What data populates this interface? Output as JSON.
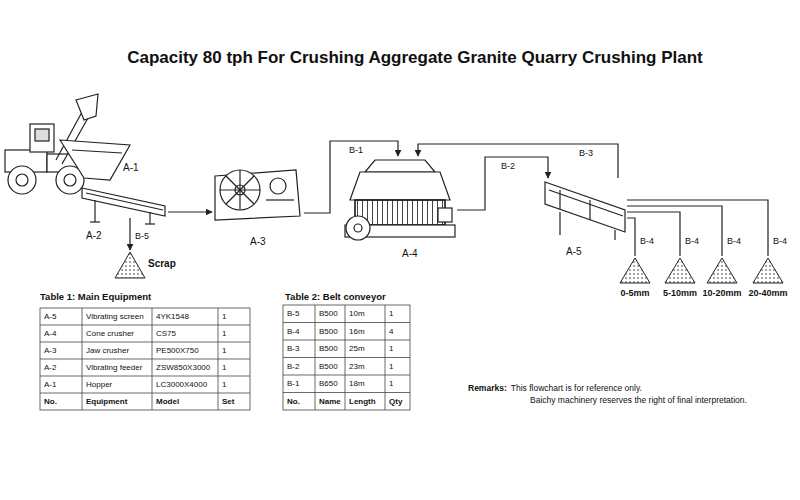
{
  "diagram": {
    "title": "Capacity 80 tph For Crushing Aggregate Granite Quarry Crushing Plant",
    "nodes": [
      {
        "text": [
          "A-1"
        ]
      },
      {
        "text": [
          "A-2"
        ]
      },
      {
        "text": [
          "A-3"
        ]
      },
      {
        "text": [
          "A-4"
        ]
      },
      {
        "text": [
          "A-5"
        ]
      },
      {
        "text": [
          "Scrap"
        ]
      },
      {
        "text": [
          "0-5mm"
        ]
      },
      {
        "text": [
          "5-10mm"
        ]
      },
      {
        "text": [
          "10-20mm"
        ]
      },
      {
        "text": [
          "20-40mm"
        ]
      }
    ],
    "edges": [
      {
        "from": 1,
        "to": 2,
        "arrow": "to"
      },
      {
        "from": 1,
        "to": 5,
        "label": "B-5",
        "arrow": "to"
      },
      {
        "from": 2,
        "to": 3,
        "label": "B-1",
        "arrow": "to"
      },
      {
        "from": 3,
        "to": 4,
        "label": "B-2",
        "arrow": "to"
      },
      {
        "from": 4,
        "to": 3,
        "label": "B-3",
        "arrow": "to"
      },
      {
        "from": 4,
        "to": 6,
        "label": "B-4",
        "arrow": "none"
      },
      {
        "from": 4,
        "to": 7,
        "label": "B-4",
        "arrow": "none"
      },
      {
        "from": 4,
        "to": 8,
        "label": "B-4",
        "arrow": "none"
      },
      {
        "from": 4,
        "to": 9,
        "label": "B-4",
        "arrow": "none"
      }
    ],
    "labels": [
      "Table 1: Main Equipment",
      "A-5",
      "Vibrating screen",
      "4YK1548",
      "1",
      "A-4",
      "Cone crusher",
      "CS75",
      "1",
      "A-3",
      "Jaw crusher",
      "PE500X750",
      "1",
      "A-2",
      "Vibrating feeder",
      "ZSW850X3000",
      "1",
      "A-1",
      "Hopper",
      "LC3000X4000",
      "1",
      "No.",
      "Equipment",
      "Model",
      "Set",
      "Table 2: Belt conveyor",
      "B-5",
      "B500",
      "10m",
      "1",
      "B-4",
      "B500",
      "16m",
      "4",
      "B-3",
      "B500",
      "25m",
      "1",
      "B-2",
      "B500",
      "23m",
      "1",
      "B-1",
      "B650",
      "18m",
      "1",
      "No.",
      "Name",
      "Length",
      "Qty",
      "Remarks:",
      "This flowchart is for reference only.",
      "Baichy machinery reserves the right of final interpretation."
    ]
  }
}
